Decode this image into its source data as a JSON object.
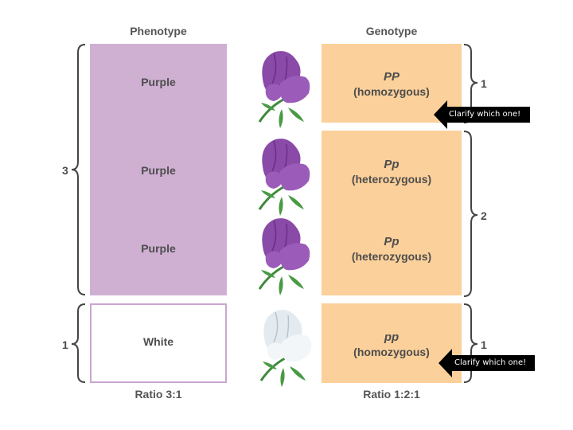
{
  "headers": {
    "phenotype": "Phenotype",
    "genotype": "Genotype"
  },
  "phenotypes": [
    "Purple",
    "Purple",
    "Purple",
    "White"
  ],
  "genotypes": [
    {
      "allele": "PP",
      "type": "(homozygous)"
    },
    {
      "allele": "Pp",
      "type": "(heterozygous)"
    },
    {
      "allele": "Pp",
      "type": "(heterozygous)"
    },
    {
      "allele": "pp",
      "type": "(homozygous)"
    }
  ],
  "left_counts": {
    "purple": "3",
    "white": "1"
  },
  "right_counts": {
    "homozygous_dominant": "1",
    "heterozygous": "2",
    "homozygous_recessive": "1"
  },
  "ratios": {
    "phenotype": "Ratio 3:1",
    "genotype": "Ratio 1:2:1"
  },
  "callouts": [
    "Clarify which one!",
    "Clarify which one!"
  ],
  "colors": {
    "purple_box": "#cfb0d3",
    "genotype_box": "#fcd09a",
    "flower_purple": "#8a4aa8",
    "flower_white": "#e4ebf0"
  }
}
